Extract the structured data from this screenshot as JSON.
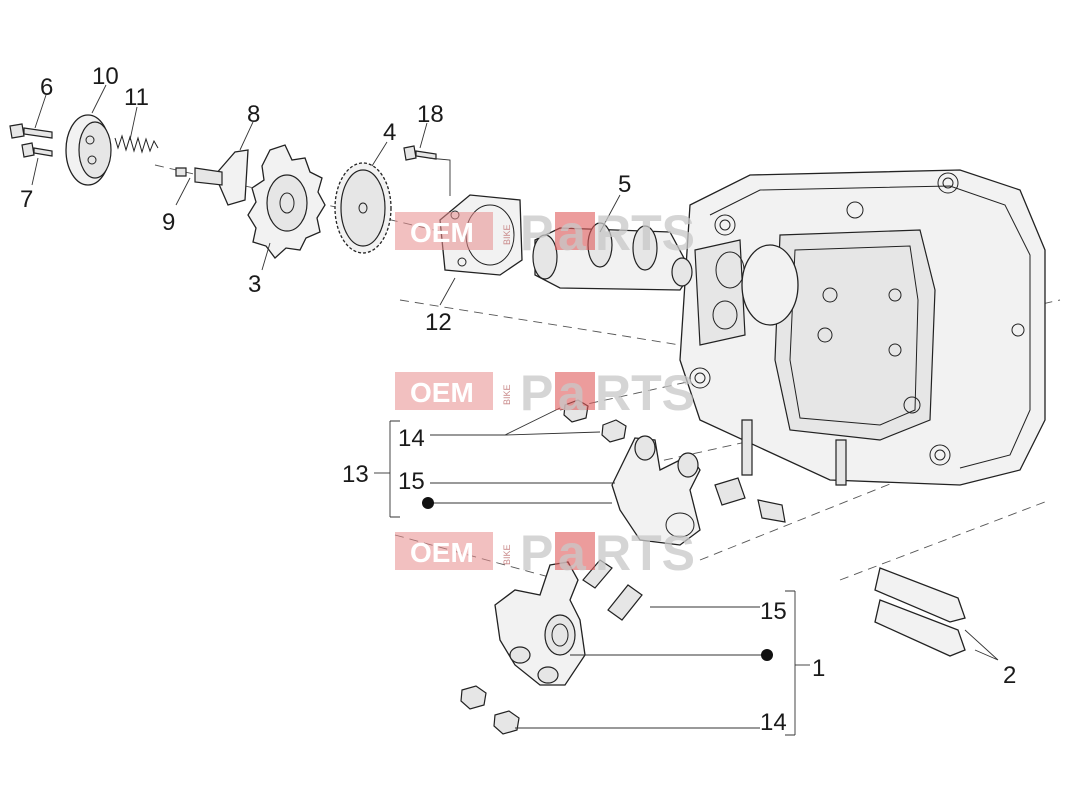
{
  "callouts": {
    "c1": "1",
    "c2": "2",
    "c3": "3",
    "c4": "4",
    "c5": "5",
    "c6": "6",
    "c7": "7",
    "c8": "8",
    "c9": "9",
    "c10": "10",
    "c11": "11",
    "c12": "12",
    "c13": "13",
    "c14a": "14",
    "c15a": "15",
    "c15b": "15",
    "c14b": "14",
    "c18": "18"
  },
  "watermark": {
    "oem": "OEM",
    "bike": "BIKE",
    "parts_p": "P",
    "parts_a": "a",
    "parts_rts": "RTS"
  },
  "colors": {
    "watermark_red": "#e88c8c",
    "line": "#222222",
    "background": "#ffffff"
  }
}
